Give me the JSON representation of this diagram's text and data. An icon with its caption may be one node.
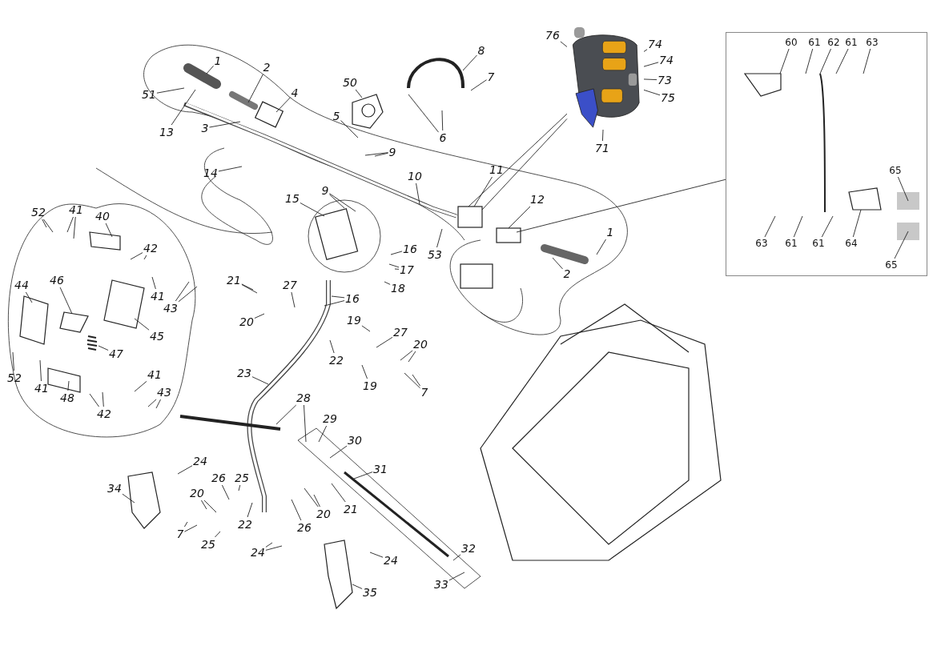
{
  "diagram": {
    "nodes": [
      {
        "text": [],
        "shape": "picture"
      },
      {
        "text": [
          "76"
        ]
      },
      {
        "text": [
          "74"
        ]
      },
      {
        "text": [
          "74"
        ]
      },
      {
        "text": [
          "73"
        ]
      },
      {
        "text": [
          "75"
        ]
      },
      {
        "text": [
          "71"
        ]
      },
      {
        "text": [
          "8"
        ]
      },
      {
        "text": [
          "7"
        ]
      },
      {
        "text": [
          "1"
        ]
      },
      {
        "text": [
          "2"
        ]
      },
      {
        "text": [
          "4"
        ]
      },
      {
        "text": [
          "50"
        ]
      },
      {
        "text": [
          "51"
        ]
      },
      {
        "text": [
          "13"
        ]
      },
      {
        "text": [
          "3"
        ]
      },
      {
        "text": [
          "5"
        ]
      },
      {
        "text": [
          "9"
        ]
      },
      {
        "text": [
          "6"
        ]
      },
      {
        "text": [
          "14"
        ]
      },
      {
        "text": [
          "10"
        ]
      },
      {
        "text": [
          "11"
        ]
      },
      {
        "text": [
          "12"
        ]
      },
      {
        "text": [
          "15"
        ]
      },
      {
        "text": [
          "9"
        ]
      },
      {
        "text": [
          "52"
        ]
      },
      {
        "text": [
          "41"
        ]
      },
      {
        "text": [
          "40"
        ]
      },
      {
        "text": [
          "42"
        ]
      },
      {
        "text": [
          "16"
        ]
      },
      {
        "text": [
          "53"
        ]
      },
      {
        "text": [
          "1"
        ]
      },
      {
        "text": [
          "17"
        ]
      },
      {
        "text": [
          "18"
        ]
      },
      {
        "text": [
          "2"
        ]
      },
      {
        "text": [
          "44"
        ]
      },
      {
        "text": [
          "46"
        ]
      },
      {
        "text": [
          "41"
        ]
      },
      {
        "text": [
          "43"
        ]
      },
      {
        "text": [
          "45"
        ]
      },
      {
        "text": [
          "21"
        ]
      },
      {
        "text": [
          "27"
        ]
      },
      {
        "text": [
          "16"
        ]
      },
      {
        "text": [
          "20"
        ]
      },
      {
        "text": [
          "19"
        ]
      },
      {
        "text": [
          "27"
        ]
      },
      {
        "text": [
          "22"
        ]
      },
      {
        "text": [
          "20"
        ]
      },
      {
        "text": [
          "19"
        ]
      },
      {
        "text": [
          "7"
        ]
      },
      {
        "text": [
          "47"
        ]
      },
      {
        "text": [
          "41"
        ]
      },
      {
        "text": [
          "43"
        ]
      },
      {
        "text": [
          "52"
        ]
      },
      {
        "text": [
          "41"
        ]
      },
      {
        "text": [
          "48"
        ]
      },
      {
        "text": [
          "42"
        ]
      },
      {
        "text": [
          "23"
        ]
      },
      {
        "text": [
          "28"
        ]
      },
      {
        "text": [
          "29"
        ]
      },
      {
        "text": [
          "30"
        ]
      },
      {
        "text": [
          "31"
        ]
      },
      {
        "text": [
          "24"
        ]
      },
      {
        "text": [
          "34"
        ]
      },
      {
        "text": [
          "26"
        ]
      },
      {
        "text": [
          "25"
        ]
      },
      {
        "text": [
          "20"
        ]
      },
      {
        "text": [
          "21"
        ]
      },
      {
        "text": [
          "20"
        ]
      },
      {
        "text": [
          "7"
        ]
      },
      {
        "text": [
          "22"
        ]
      },
      {
        "text": [
          "26"
        ]
      },
      {
        "text": [
          "25"
        ]
      },
      {
        "text": [
          "24"
        ]
      },
      {
        "text": [
          "32"
        ]
      },
      {
        "text": [
          "24"
        ]
      },
      {
        "text": [
          "33"
        ]
      },
      {
        "text": [
          "35"
        ]
      },
      {
        "text": [],
        "shape": "box"
      },
      {
        "text": [
          "60"
        ],
        "in": 78
      },
      {
        "text": [
          "61"
        ],
        "in": 78
      },
      {
        "text": [
          "62"
        ],
        "in": 78
      },
      {
        "text": [
          "61"
        ],
        "in": 78
      },
      {
        "text": [
          "63"
        ],
        "in": 78
      },
      {
        "text": [
          "65"
        ],
        "in": 78
      },
      {
        "text": [
          "63"
        ],
        "in": 78
      },
      {
        "text": [
          "61"
        ],
        "in": 78
      },
      {
        "text": [
          "61"
        ],
        "in": 78
      },
      {
        "text": [
          "64"
        ],
        "in": 78
      },
      {
        "text": [
          "65"
        ],
        "in": 78
      }
    ],
    "edges": [
      {
        "from": 1,
        "to": 0,
        "arrow": "none"
      },
      {
        "from": 2,
        "to": 0,
        "arrow": "none"
      },
      {
        "from": 3,
        "to": 0,
        "arrow": "none"
      },
      {
        "from": 4,
        "to": 0,
        "arrow": "none"
      },
      {
        "from": 5,
        "to": 0,
        "arrow": "none"
      },
      {
        "from": 6,
        "to": 0,
        "arrow": "none"
      },
      {
        "from": null,
        "to": 0,
        "arrow": "none"
      },
      {
        "from": null,
        "to": 0,
        "arrow": "none"
      },
      {
        "from": null,
        "to": 78,
        "arrow": "none"
      },
      {
        "from": 7,
        "to": null,
        "arrow": "none"
      },
      {
        "from": 8,
        "to": null,
        "arrow": "none"
      },
      {
        "from": 9,
        "to": null,
        "arrow": "none"
      },
      {
        "from": 10,
        "to": null,
        "arrow": "none"
      },
      {
        "from": 11,
        "to": null,
        "arrow": "none"
      },
      {
        "from": 12,
        "to": null,
        "arrow": "none"
      },
      {
        "from": 13,
        "to": null,
        "arrow": "none"
      },
      {
        "from": 14,
        "to": null,
        "arrow": "none"
      },
      {
        "from": 15,
        "to": null,
        "arrow": "none"
      },
      {
        "from": 16,
        "to": null,
        "arrow": "none"
      },
      {
        "from": 17,
        "to": null,
        "arrow": "none"
      },
      {
        "from": 17,
        "to": null,
        "arrow": "none"
      },
      {
        "from": 18,
        "to": null,
        "arrow": "none"
      },
      {
        "from": 18,
        "to": null,
        "arrow": "none"
      },
      {
        "from": 19,
        "to": null,
        "arrow": "none"
      },
      {
        "from": 20,
        "to": null,
        "arrow": "none"
      },
      {
        "from": 21,
        "to": null,
        "arrow": "none"
      },
      {
        "from": 22,
        "to": null,
        "arrow": "none"
      },
      {
        "from": 23,
        "to": null,
        "arrow": "none"
      },
      {
        "from": 24,
        "to": null,
        "arrow": "none"
      },
      {
        "from": 24,
        "to": null,
        "arrow": "none"
      },
      {
        "from": 25,
        "to": null,
        "arrow": "none"
      },
      {
        "from": 25,
        "to": null,
        "arrow": "none"
      },
      {
        "from": 26,
        "to": null,
        "arrow": "none"
      },
      {
        "from": 26,
        "to": null,
        "arrow": "none"
      },
      {
        "from": 27,
        "to": null,
        "arrow": "none"
      },
      {
        "from": 28,
        "to": null,
        "arrow": "none"
      },
      {
        "from": 28,
        "to": null,
        "arrow": "none"
      },
      {
        "from": 29,
        "to": null,
        "arrow": "none"
      },
      {
        "from": 30,
        "to": null,
        "arrow": "none"
      },
      {
        "from": 31,
        "to": null,
        "arrow": "none"
      },
      {
        "from": 32,
        "to": null,
        "arrow": "none"
      },
      {
        "from": 32,
        "to": null,
        "arrow": "none"
      },
      {
        "from": 33,
        "to": null,
        "arrow": "none"
      },
      {
        "from": 34,
        "to": null,
        "arrow": "none"
      },
      {
        "from": 35,
        "to": null,
        "arrow": "none"
      },
      {
        "from": 36,
        "to": null,
        "arrow": "none"
      },
      {
        "from": 37,
        "to": null,
        "arrow": "none"
      },
      {
        "from": 38,
        "to": null,
        "arrow": "none"
      },
      {
        "from": 38,
        "to": null,
        "arrow": "none"
      },
      {
        "from": 39,
        "to": null,
        "arrow": "none"
      },
      {
        "from": 40,
        "to": null,
        "arrow": "none"
      },
      {
        "from": 40,
        "to": null,
        "arrow": "none"
      },
      {
        "from": 41,
        "to": null,
        "arrow": "none"
      },
      {
        "from": 42,
        "to": null,
        "arrow": "none"
      },
      {
        "from": 42,
        "to": null,
        "arrow": "none"
      },
      {
        "from": 43,
        "to": null,
        "arrow": "none"
      },
      {
        "from": 44,
        "to": null,
        "arrow": "none"
      },
      {
        "from": 45,
        "to": null,
        "arrow": "none"
      },
      {
        "from": 46,
        "to": null,
        "arrow": "none"
      },
      {
        "from": 47,
        "to": null,
        "arrow": "none"
      },
      {
        "from": 47,
        "to": null,
        "arrow": "none"
      },
      {
        "from": 48,
        "to": null,
        "arrow": "none"
      },
      {
        "from": 49,
        "to": null,
        "arrow": "none"
      },
      {
        "from": 49,
        "to": null,
        "arrow": "none"
      },
      {
        "from": 50,
        "to": null,
        "arrow": "none"
      },
      {
        "from": 51,
        "to": null,
        "arrow": "none"
      },
      {
        "from": 52,
        "to": null,
        "arrow": "none"
      },
      {
        "from": 52,
        "to": null,
        "arrow": "none"
      },
      {
        "from": 53,
        "to": null,
        "arrow": "none"
      },
      {
        "from": 54,
        "to": null,
        "arrow": "none"
      },
      {
        "from": 55,
        "to": null,
        "arrow": "none"
      },
      {
        "from": 56,
        "to": null,
        "arrow": "none"
      },
      {
        "from": 56,
        "to": null,
        "arrow": "none"
      },
      {
        "from": 57,
        "to": null,
        "arrow": "none"
      },
      {
        "from": 58,
        "to": null,
        "arrow": "none"
      },
      {
        "from": 58,
        "to": null,
        "arrow": "none"
      },
      {
        "from": 59,
        "to": null,
        "arrow": "none"
      },
      {
        "from": 60,
        "to": null,
        "arrow": "none"
      },
      {
        "from": 61,
        "to": null,
        "arrow": "none"
      },
      {
        "from": 62,
        "to": null,
        "arrow": "none"
      },
      {
        "from": 63,
        "to": null,
        "arrow": "none"
      },
      {
        "from": 64,
        "to": null,
        "arrow": "none"
      },
      {
        "from": 65,
        "to": null,
        "arrow": "none"
      },
      {
        "from": 66,
        "to": null,
        "arrow": "none"
      },
      {
        "from": 66,
        "to": null,
        "arrow": "none"
      },
      {
        "from": 67,
        "to": null,
        "arrow": "none"
      },
      {
        "from": 68,
        "to": null,
        "arrow": "none"
      },
      {
        "from": 68,
        "to": null,
        "arrow": "none"
      },
      {
        "from": 69,
        "to": null,
        "arrow": "none"
      },
      {
        "from": 69,
        "to": null,
        "arrow": "none"
      },
      {
        "from": 70,
        "to": null,
        "arrow": "none"
      },
      {
        "from": 71,
        "to": null,
        "arrow": "none"
      },
      {
        "from": 72,
        "to": null,
        "arrow": "none"
      },
      {
        "from": 73,
        "to": null,
        "arrow": "none"
      },
      {
        "from": 73,
        "to": null,
        "arrow": "none"
      },
      {
        "from": 74,
        "to": null,
        "arrow": "none"
      },
      {
        "from": 75,
        "to": null,
        "arrow": "none"
      },
      {
        "from": 76,
        "to": null,
        "arrow": "none"
      },
      {
        "from": 77,
        "to": null,
        "arrow": "none"
      },
      {
        "from": 79,
        "to": null,
        "arrow": "none"
      },
      {
        "from": 80,
        "to": null,
        "arrow": "none"
      },
      {
        "from": 81,
        "to": null,
        "arrow": "none"
      },
      {
        "from": 82,
        "to": null,
        "arrow": "none"
      },
      {
        "from": 83,
        "to": null,
        "arrow": "none"
      },
      {
        "from": 84,
        "to": null,
        "arrow": "none"
      },
      {
        "from": 85,
        "to": null,
        "arrow": "none"
      },
      {
        "from": 86,
        "to": null,
        "arrow": "none"
      },
      {
        "from": 87,
        "to": null,
        "arrow": "none"
      },
      {
        "from": 88,
        "to": null,
        "arrow": "none"
      },
      {
        "from": 89,
        "to": null,
        "arrow": "none"
      }
    ]
  }
}
